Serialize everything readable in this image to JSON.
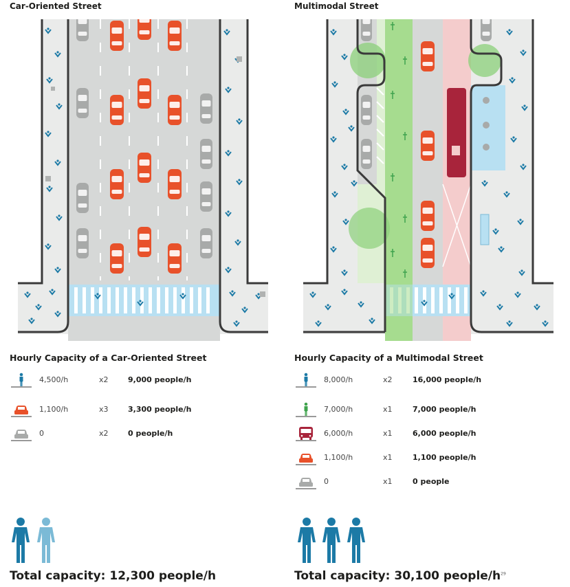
{
  "left": {
    "street_title": "Car-Oriented Street",
    "capacity_title": "Hourly Capacity of a Car-Oriented Street",
    "rows": [
      {
        "icon": "pedestrian-icon",
        "rate": "4,500/h",
        "mult": "x2",
        "result": "9,000 people/h"
      },
      {
        "icon": "moving-car-icon",
        "rate": "1,100/h",
        "mult": "x3",
        "result": "3,300 people/h"
      },
      {
        "icon": "parked-car-icon",
        "rate": "0",
        "mult": "x2",
        "result": "0 people/h"
      }
    ],
    "total": "Total capacity: 12,300 people/h"
  },
  "right": {
    "street_title": "Multimodal Street",
    "capacity_title": "Hourly Capacity of a Multimodal Street",
    "rows": [
      {
        "icon": "pedestrian-icon",
        "rate": "8,000/h",
        "mult": "x2",
        "result": "16,000 people/h"
      },
      {
        "icon": "cyclist-icon",
        "rate": "7,000/h",
        "mult": "x1",
        "result": "7,000 people/h"
      },
      {
        "icon": "bus-icon",
        "rate": "6,000/h",
        "mult": "x1",
        "result": "6,000 people/h"
      },
      {
        "icon": "moving-car-icon",
        "rate": "1,100/h",
        "mult": "x1",
        "result": "1,100 people/h"
      },
      {
        "icon": "parked-car-icon",
        "rate": "0",
        "mult": "x1",
        "result": "0 people"
      }
    ],
    "total": "Total capacity: 30,100 people/h",
    "footnote": "29"
  },
  "colors": {
    "pedestrian": "#1c7aa6",
    "pedestrian_light": "#7bbad6",
    "car": "#e8512a",
    "parked_car": "#a8aaa9",
    "bike_lane": "#a6dc8f",
    "bus": "#a8243b",
    "bus_lane": "#f4cccc",
    "road": "#d6d8d7",
    "sidewalk": "#eaebea",
    "crosswalk": "#b8e0f2",
    "tree": "#8bd07a",
    "curb": "#3a3a3a"
  }
}
